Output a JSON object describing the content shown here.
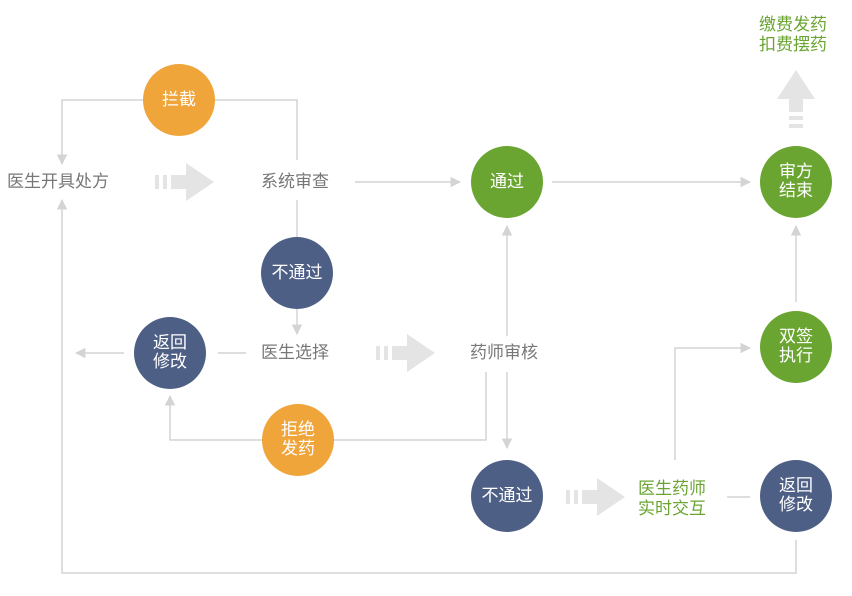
{
  "colors": {
    "orange": "#f0a53b",
    "green": "#6aa532",
    "navy": "#4e5f86",
    "gray_text": "#777777",
    "line": "#d4d4d4",
    "big_arrow": "#e4e4e4"
  },
  "labels": {
    "prescribe": "医生开具处方",
    "system_review": "系统审查",
    "doctor_choice": "医生选择",
    "pharmacist_review": "药师审核",
    "interaction": [
      "医生药师",
      "实时交互"
    ],
    "pay_dispense": [
      "缴费发药",
      "扣费摆药"
    ]
  },
  "nodes": {
    "intercept": [
      "拦截"
    ],
    "pass": [
      "通过"
    ],
    "review_end": [
      "审方",
      "结束"
    ],
    "system_fail": [
      "不通过"
    ],
    "return_modify_left": [
      "返回",
      "修改"
    ],
    "double_sign": [
      "双签",
      "执行"
    ],
    "refuse": [
      "拒绝",
      "发药"
    ],
    "pharm_fail": [
      "不通过"
    ],
    "return_modify_right": [
      "返回",
      "修改"
    ]
  }
}
